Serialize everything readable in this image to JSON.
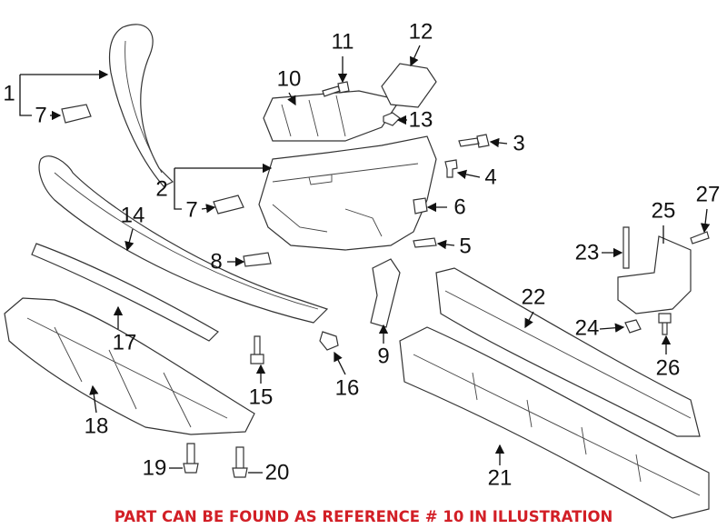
{
  "diagram": {
    "callouts": {
      "c1": "1",
      "c2": "2",
      "c3": "3",
      "c4": "4",
      "c5": "5",
      "c6": "6",
      "c7a": "7",
      "c7b": "7",
      "c8": "8",
      "c9": "9",
      "c10": "10",
      "c11": "11",
      "c12": "12",
      "c13": "13",
      "c14": "14",
      "c15": "15",
      "c16": "16",
      "c17": "17",
      "c18": "18",
      "c19": "19",
      "c20": "20",
      "c21": "21",
      "c22": "22",
      "c23": "23",
      "c24": "24",
      "c25": "25",
      "c26": "26",
      "c27": "27"
    },
    "note": "PART CAN BE FOUND AS REFERENCE # 10 IN ILLUSTRATION",
    "note_color": "#d21f26"
  }
}
